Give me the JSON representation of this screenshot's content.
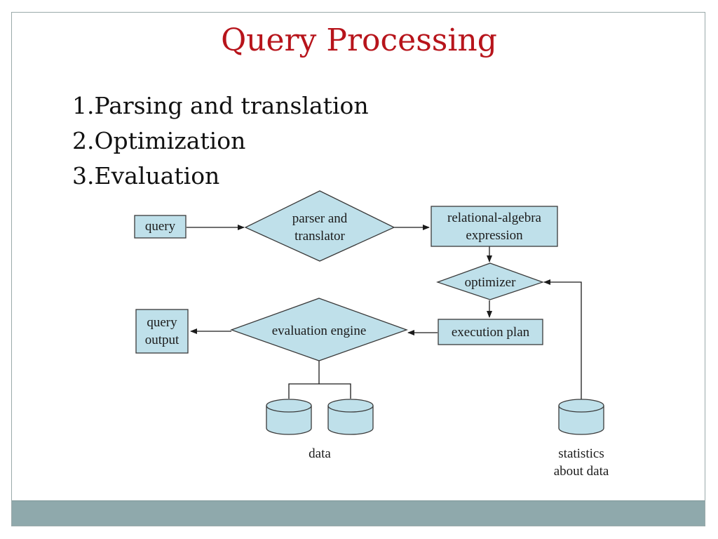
{
  "slide": {
    "title": "Query Processing",
    "steps": [
      "1.Parsing and translation",
      "2.Optimization",
      "3.Evaluation"
    ]
  },
  "diagram": {
    "nodes": {
      "query": "query",
      "parser_line1": "parser and",
      "parser_line2": "translator",
      "relalg_line1": "relational-algebra",
      "relalg_line2": "expression",
      "optimizer": "optimizer",
      "execution_plan": "execution plan",
      "evaluation_engine": "evaluation engine",
      "output_line1": "query",
      "output_line2": "output",
      "data": "data",
      "stats_line1": "statistics",
      "stats_line2": "about data"
    }
  },
  "colors": {
    "title": "#b7141b",
    "node_fill": "#bfe0ea",
    "node_stroke": "#3a3a3a",
    "footer": "#8fa9ac"
  }
}
